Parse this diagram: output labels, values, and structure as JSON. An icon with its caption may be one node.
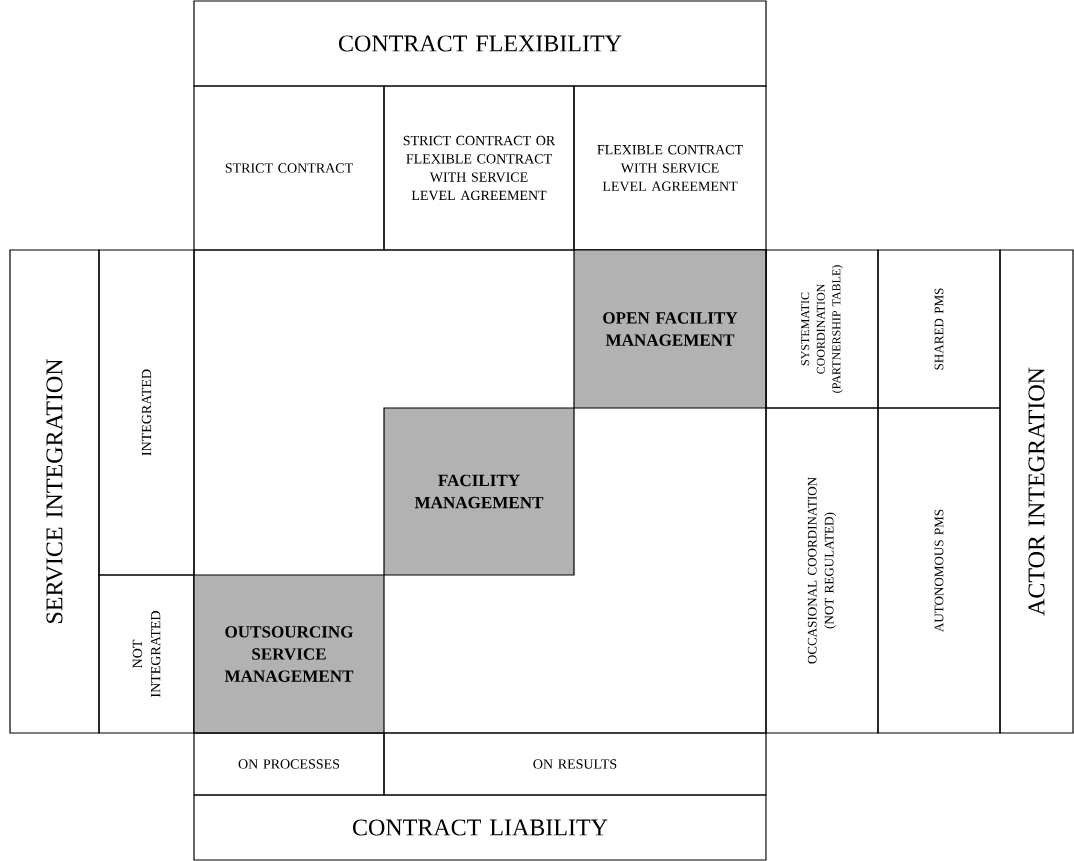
{
  "diagram": {
    "nodes": [
      {
        "text": [
          "CONTRACT FLEXIBILITY"
        ]
      },
      {
        "text": [
          "STRICT CONTRACT"
        ]
      },
      {
        "text": [
          "STRICT CONTRACT OR FLEXIBLE CONTRACT WITH SERVICE LEVEL AGREEMENT"
        ]
      },
      {
        "text": [
          "FLEXIBLE CONTRACT WITH SERVICE LEVEL AGREEMENT"
        ]
      },
      {
        "text": [
          "SERVICE INTEGRATION"
        ]
      },
      {
        "text": [
          "INTEGRATED"
        ]
      },
      {
        "text": [
          "OPEN FACILITY MANAGEMENT"
        ]
      },
      {
        "text": [
          "SYSTEMATIC COORDINATION (PARTNERSHIP TABLE)"
        ]
      },
      {
        "text": [
          "SHARED PMS"
        ]
      },
      {
        "text": [
          "ACTOR INTEGRATION"
        ]
      },
      {
        "text": [
          "FACILITY MANAGEMENT"
        ]
      },
      {
        "text": [
          "OCCASIONAL COORDINATION (NOT REGULATED)"
        ]
      },
      {
        "text": [
          "AUTONOMOUS PMS"
        ]
      },
      {
        "text": [
          "NOT INTEGRATED"
        ]
      },
      {
        "text": [
          "OUTSOURCING SERVICE MANAGEMENT"
        ]
      },
      {
        "text": [
          "ON PROCESSES"
        ]
      },
      {
        "text": [
          "ON RESULTS"
        ]
      },
      {
        "text": [
          "CONTRACT LIABILITY"
        ]
      }
    ]
  }
}
